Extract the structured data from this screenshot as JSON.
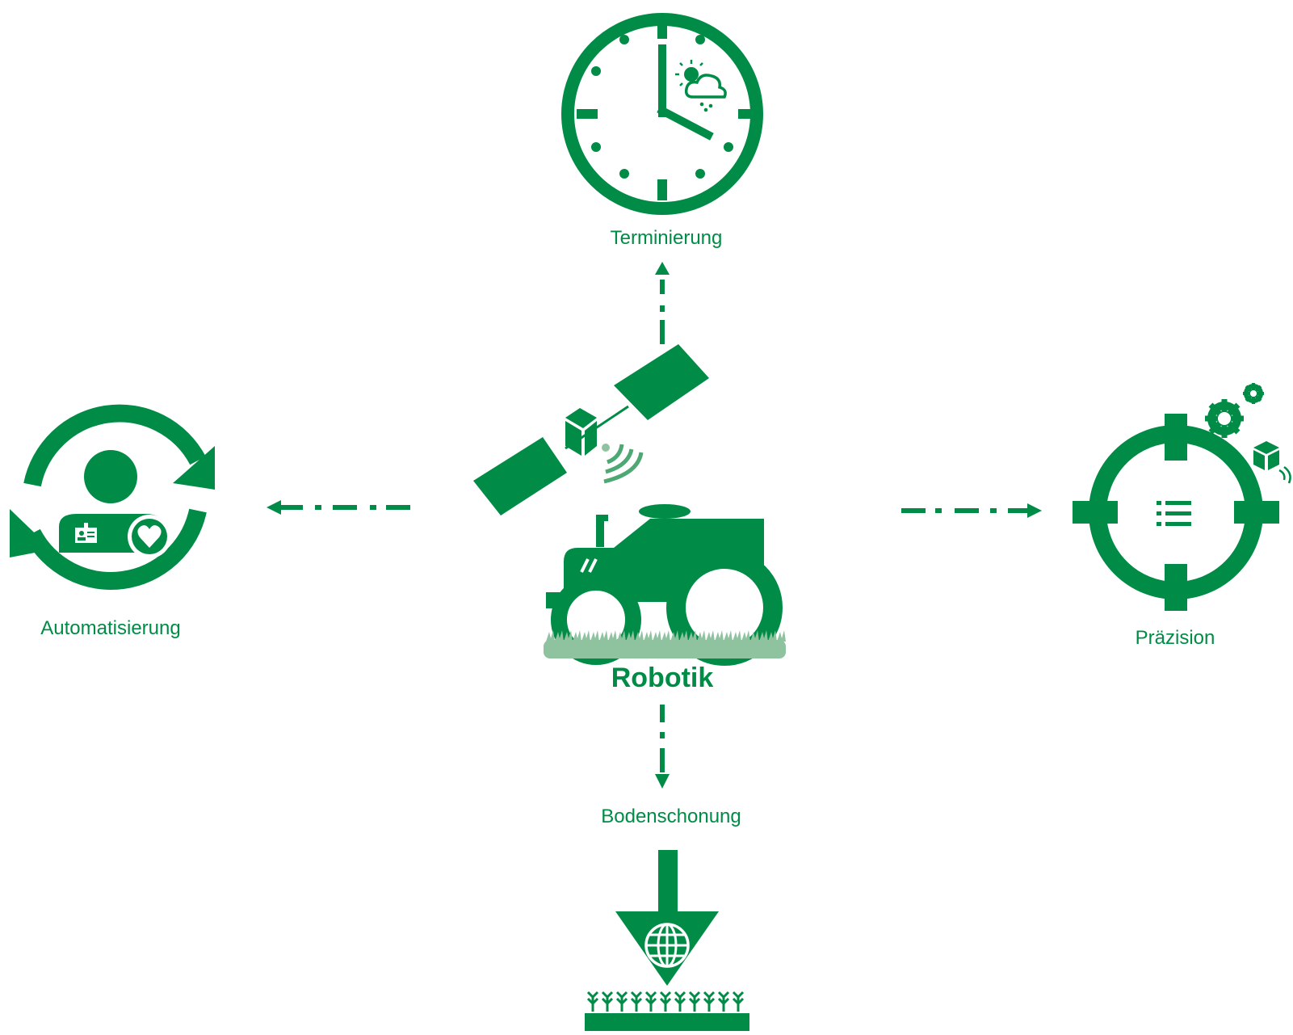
{
  "colors": {
    "primary": "#008c46",
    "grass": "#8fc3a0",
    "background": "#ffffff"
  },
  "center": {
    "label": "Robotik",
    "icons": [
      "satellite-icon",
      "tractor-icon",
      "grass-icon"
    ]
  },
  "nodes": [
    {
      "id": "top",
      "label": "Terminierung",
      "icon": "clock-weather-icon",
      "arrow": "up"
    },
    {
      "id": "left",
      "label": "Automatisierung",
      "icon": "person-cycle-icon",
      "arrow": "left"
    },
    {
      "id": "right",
      "label": "Präzision",
      "icon": "target-precision-icon",
      "arrow": "right"
    },
    {
      "id": "bottom",
      "label": "Bodenschonung",
      "icon": "soil-protection-icon",
      "arrow": "down"
    }
  ]
}
